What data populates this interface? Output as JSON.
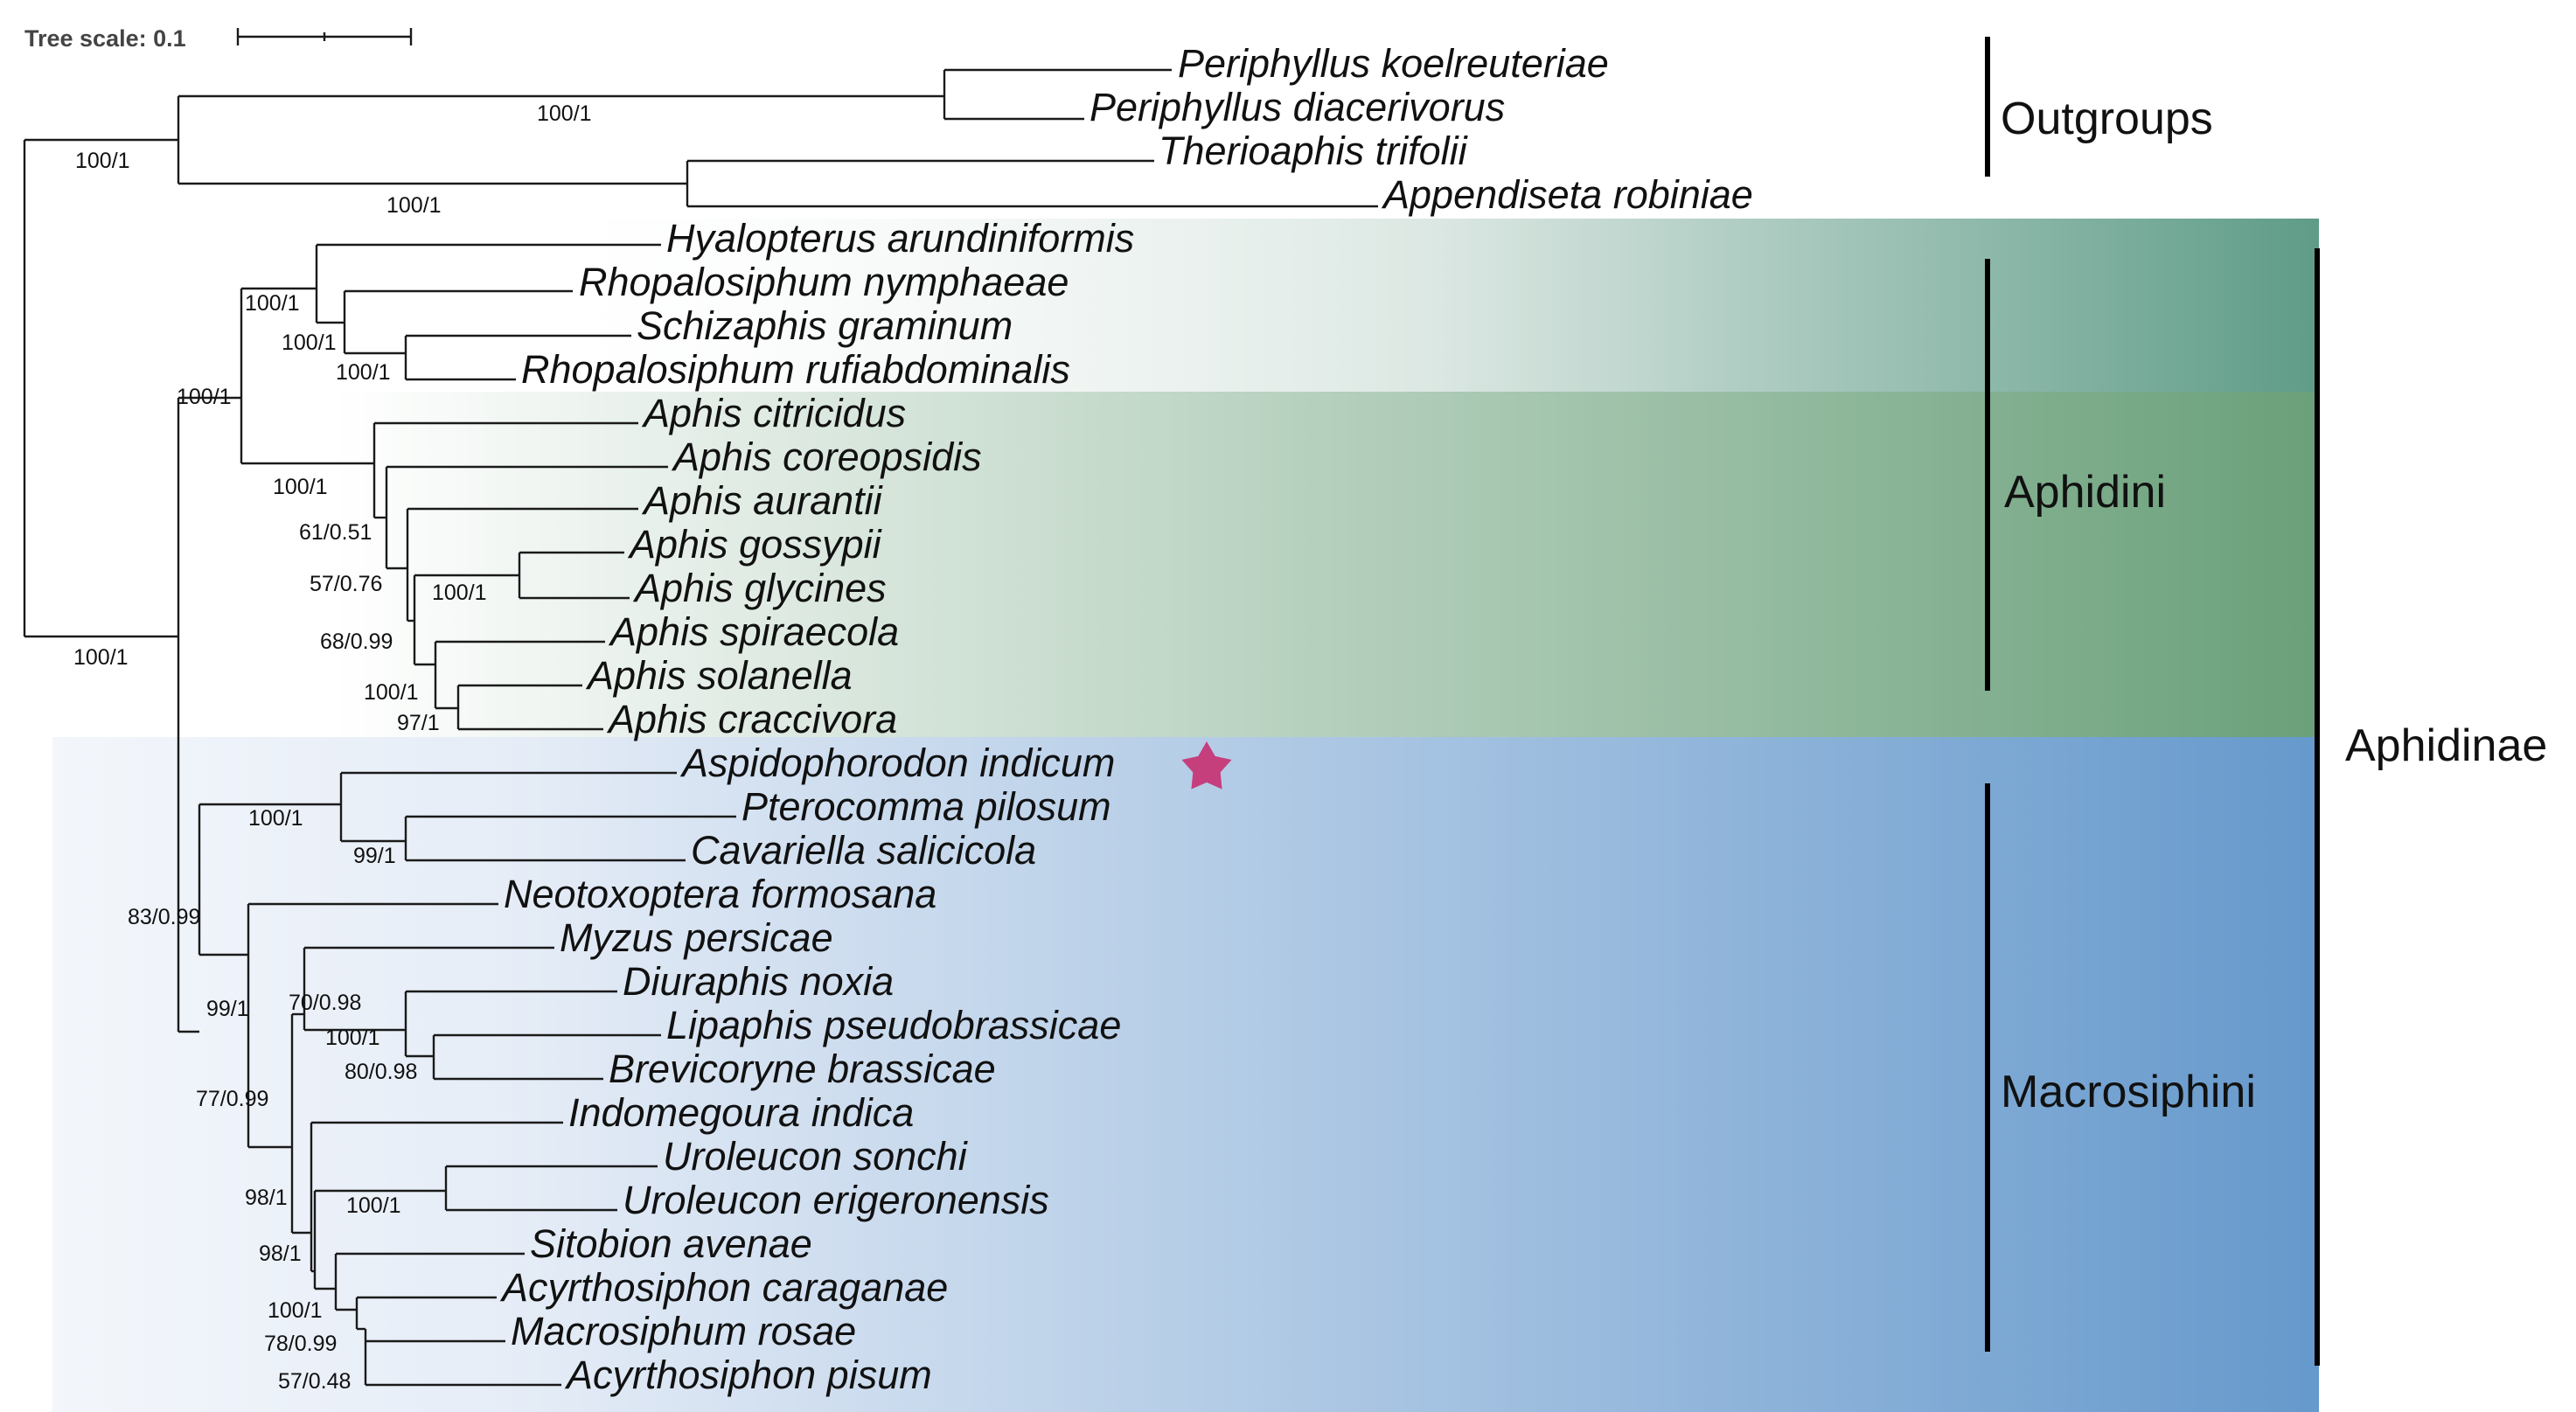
{
  "scale": {
    "label": "Tree scale: 0.1"
  },
  "colors": {
    "aphidini_light": "#eef4f0",
    "aphidini_dark": "#6aa07a",
    "subgroup_dark": "#5f9c88",
    "macro_light": "#eaf0f8",
    "macro_dark": "#6699cc",
    "star": "#c53f7d"
  },
  "clades": {
    "outgroups": "Outgroups",
    "aphidini": "Aphidini",
    "macrosiphini": "Macrosiphini",
    "aphidinae": "Aphidinae"
  },
  "tips": [
    "Periphyllus koelreuteriae",
    "Periphyllus diacerivorus",
    "Therioaphis trifolii",
    "Appendiseta robiniae",
    "Hyalopterus arundiniformis",
    "Rhopalosiphum nymphaeae",
    "Schizaphis graminum",
    "Rhopalosiphum rufiabdominalis",
    "Aphis citricidus",
    "Aphis coreopsidis",
    "Aphis aurantii",
    "Aphis gossypii",
    "Aphis glycines",
    "Aphis spiraecola",
    "Aphis solanella",
    "Aphis craccivora",
    "Aspidophorodon indicum",
    "Pterocomma pilosum",
    "Cavariella salicicola",
    "Neotoxoptera formosana",
    "Myzus persicae",
    "Diuraphis noxia",
    "Lipaphis pseudobrassicae",
    "Brevicoryne brassicae",
    "Indomegoura indica",
    "Uroleucon sonchi",
    "Uroleucon erigeronensis",
    "Sitobion avenae",
    "Acyrthosiphon caraganae",
    "Macrosiphum rosae",
    "Acyrthosiphon pisum"
  ],
  "supports": [
    "100/1",
    "100/1",
    "100/1",
    "100/1",
    "100/1",
    "100/1",
    "100/1",
    "100/1",
    "100/1",
    "61/0.51",
    "57/0.76",
    "100/1",
    "68/0.99",
    "100/1",
    "97/1",
    "83/0.99",
    "100/1",
    "99/1",
    "99/1",
    "70/0.98",
    "100/1",
    "80/0.98",
    "77/0.99",
    "98/1",
    "100/1",
    "98/1",
    "100/1",
    "78/0.99",
    "57/0.48"
  ]
}
